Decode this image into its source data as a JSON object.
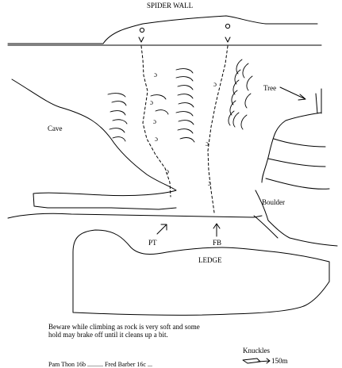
{
  "diagram": {
    "title": "SPIDER WALL",
    "labels": {
      "cave": "Cave",
      "tree": "Tree",
      "boulder": "Boulder",
      "pt": "PT",
      "fb": "FB",
      "ledge": "LEDGE",
      "knuckles": "Knuckles",
      "distance": "150m"
    },
    "note": "Beware while climbing as rock is very soft and some hold may brake off until it cleans up a bit.",
    "footer": "Pam Thon 16b  ..........                    Fred Barber 16c  ..."
  }
}
